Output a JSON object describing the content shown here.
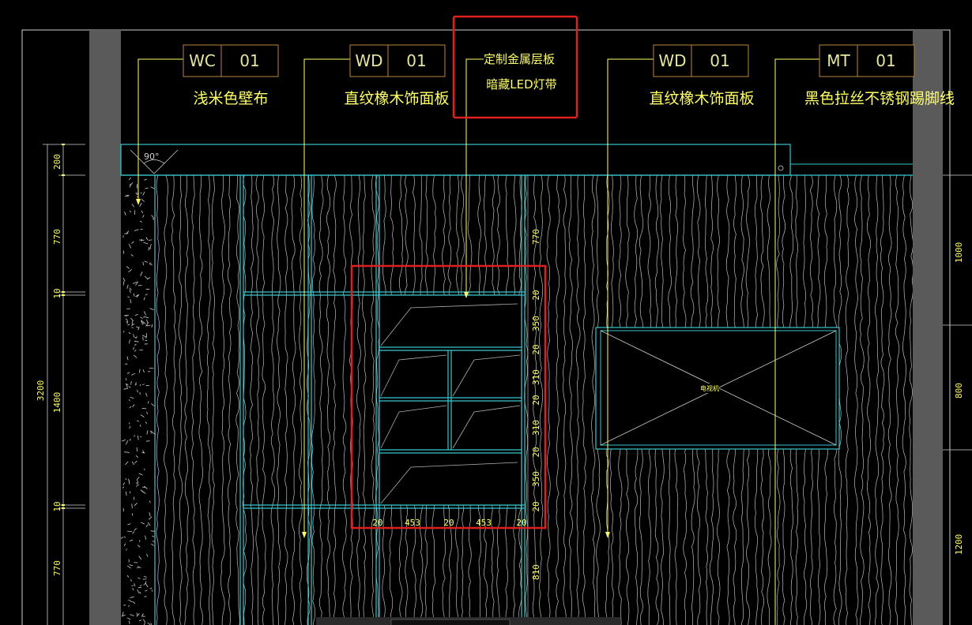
{
  "tags": [
    {
      "code": "WC",
      "num": "01",
      "label": "浅米色壁布"
    },
    {
      "code": "WD",
      "num": "01",
      "label": "直纹橡木饰面板"
    },
    {
      "code": "WD",
      "num": "01",
      "label": "直纹橡木饰面板"
    },
    {
      "code": "MT",
      "num": "01",
      "label": "黑色拉丝不锈钢踢脚线"
    }
  ],
  "callout": {
    "line1": "定制金属层板",
    "line2": "暗藏LED灯带"
  },
  "angle_label": "90°",
  "tv_label": "电视机",
  "left_dims": {
    "overall": "3200",
    "segs": [
      "200",
      "770",
      "10",
      "1400",
      "10",
      "770"
    ]
  },
  "right_dims": [
    "1000",
    "800",
    "1200"
  ],
  "shelf_vert_dims": [
    "770",
    "20",
    "350",
    "20",
    "310",
    "20",
    "310",
    "20",
    "350",
    "20",
    "810"
  ],
  "shelf_horiz_dims": [
    "20",
    "453",
    "20",
    "453",
    "20"
  ],
  "colors": {
    "line": "#35c8d0",
    "text": "#ffff66",
    "wall": "#5a5a5a",
    "highlight": "#e02020",
    "tag_box": "#b8863a"
  }
}
